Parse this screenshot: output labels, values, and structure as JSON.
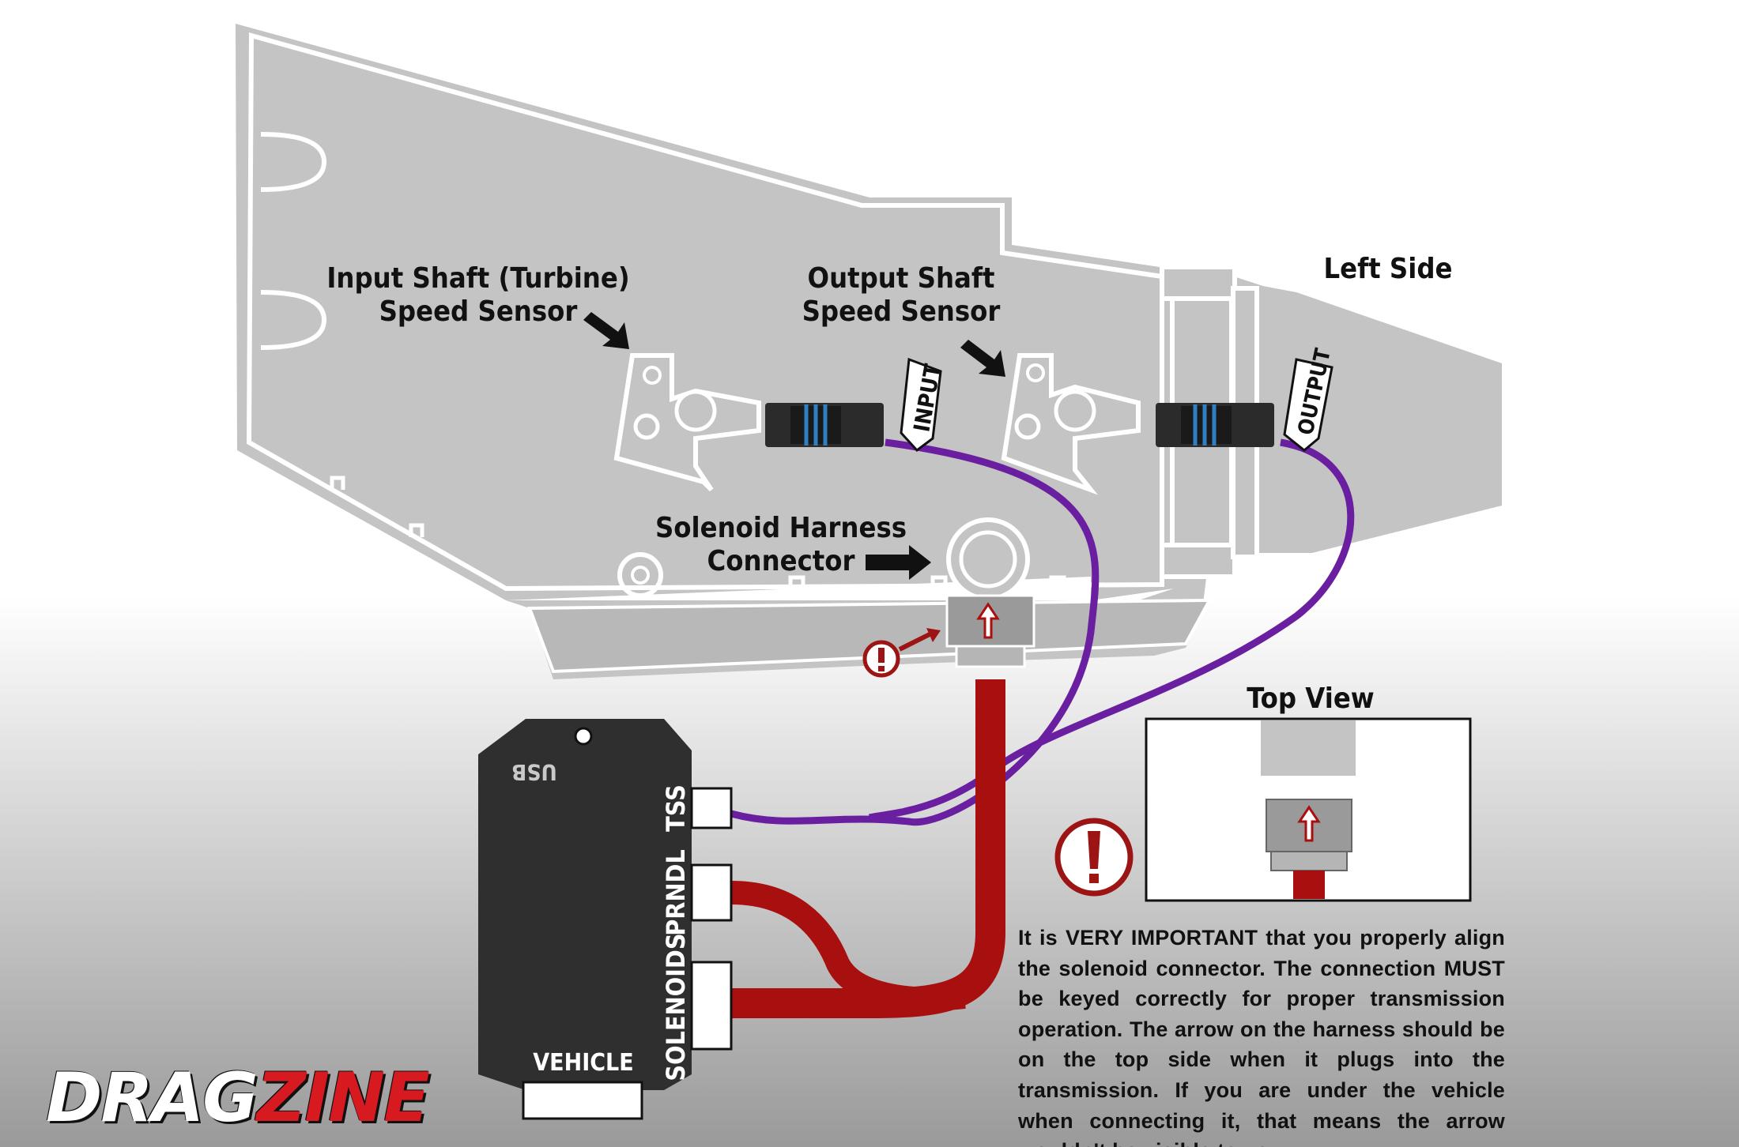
{
  "labels": {
    "input_sensor_line1": "Input Shaft (Turbine)",
    "input_sensor_line2": "Speed Sensor",
    "output_sensor_line1": "Output Shaft",
    "output_sensor_line2": "Speed Sensor",
    "side": "Left Side",
    "solenoid_line1": "Solenoid Harness",
    "solenoid_line2": "Connector",
    "input_tag": "INPUT",
    "output_tag": "OUTPUT",
    "top_view": "Top View"
  },
  "module": {
    "usb": "USB",
    "tss": "TSS",
    "prndl": "PRNDL",
    "solenoids": "SOLENOIDS",
    "vehicle": "VEHICLE"
  },
  "note": {
    "prefix": "It is ",
    "emphasis": "VERY IMPORTANT",
    "body": " that you properly align the solenoid connector. The connection MUST be keyed correctly for proper transmission operation. The arrow on the harness should be on the top side when it plugs into the transmission. If you are under the vehicle when connecting it, that means the arrow wouldn't be visible to you."
  },
  "logo": {
    "part1": "DRAG",
    "part2": "ZINE"
  },
  "colors": {
    "case": "#c4c4c4",
    "case_outline": "#ffffff",
    "wire_tss": "#6a1fa0",
    "wire_harness": "#a80f0f",
    "module": "#2f2f2f",
    "warning": "#9c1414",
    "connector": "#2b2b2b",
    "connector_clip": "#2f7fc4"
  }
}
